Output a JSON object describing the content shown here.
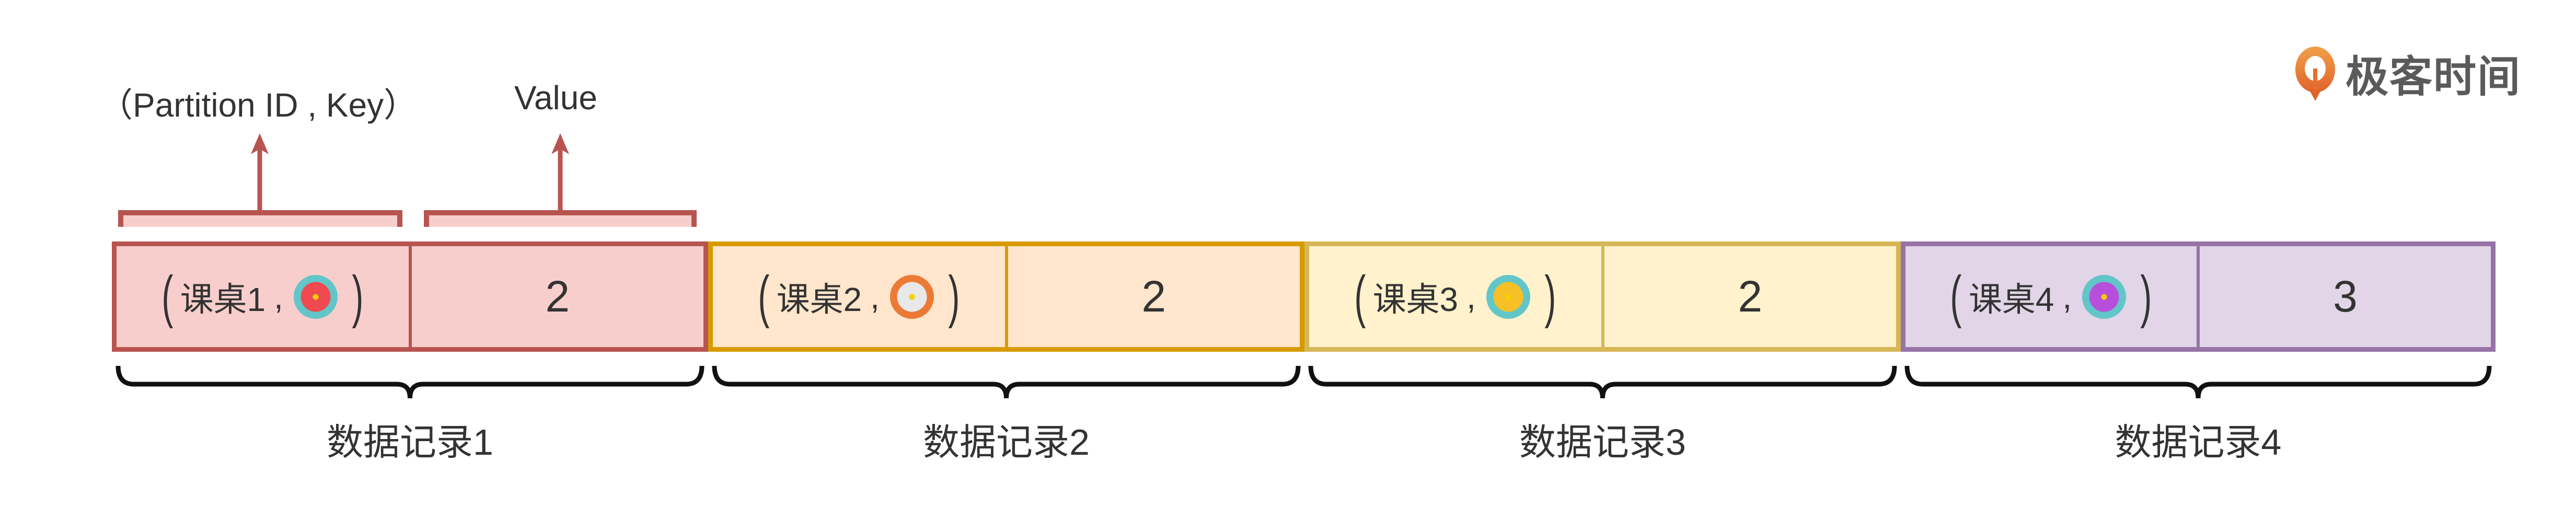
{
  "logo": {
    "text": "极客时间"
  },
  "annotations": {
    "key_label": "（Partition ID , Key）",
    "value_label": "Value"
  },
  "records": [
    {
      "key_text": "课桌1",
      "comma": ",",
      "flower": "red-flower-icon",
      "value": "2",
      "label": "数据记录1",
      "border": "#b85450",
      "fill": "#f8cecc",
      "circle": "#62c6c9",
      "petal": "#f0494f"
    },
    {
      "key_text": "课桌2",
      "comma": ",",
      "flower": "white-flower-icon",
      "value": "2",
      "label": "数据记录2",
      "border": "#d79b00",
      "fill": "#ffe6cc",
      "circle": "#ec7a35",
      "petal": "#e8e8e8"
    },
    {
      "key_text": "课桌3",
      "comma": ",",
      "flower": "yellow-flower-icon",
      "value": "2",
      "label": "数据记录3",
      "border": "#d6b656",
      "fill": "#fff2cc",
      "circle": "#62c6c9",
      "petal": "#f6c026"
    },
    {
      "key_text": "课桌4",
      "comma": ",",
      "flower": "purple-flower-icon",
      "value": "3",
      "label": "数据记录4",
      "border": "#9673a6",
      "fill": "#e1d5e7",
      "circle": "#62c6c9",
      "petal": "#b74fdc"
    }
  ]
}
